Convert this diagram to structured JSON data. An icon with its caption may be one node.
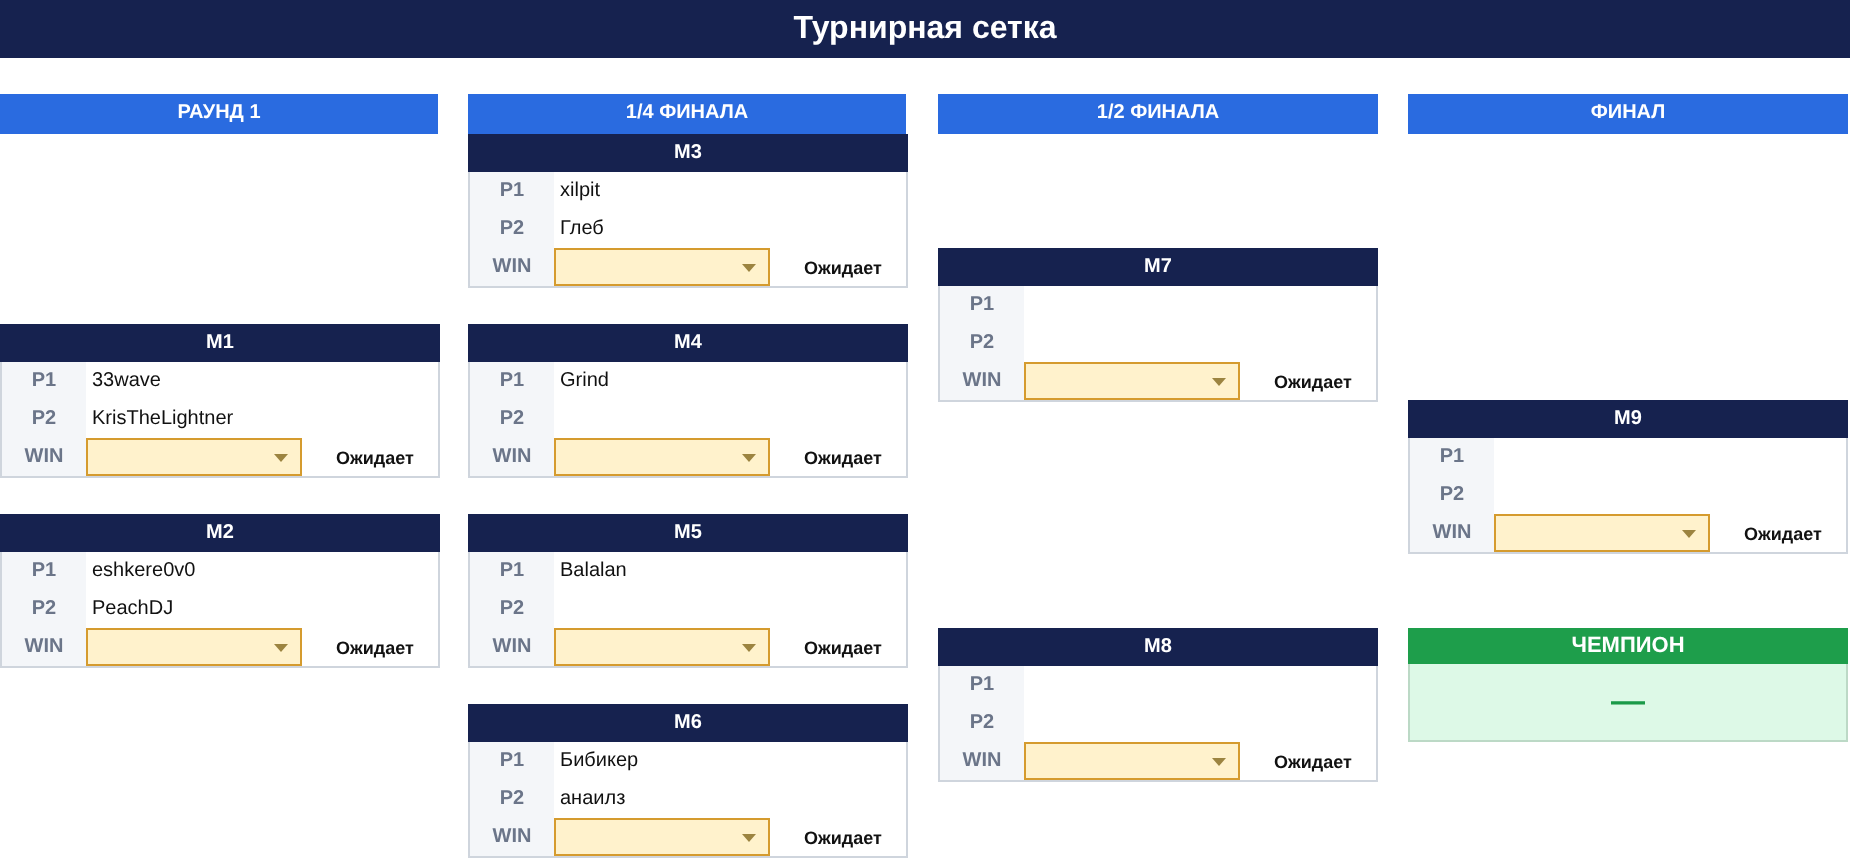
{
  "diagram": {
    "title": "Турнирная сетка",
    "nodes": [
      {
        "text": [
          "РАУНД 1"
        ]
      },
      {
        "text": [
          "1/4 ФИНАЛА"
        ]
      },
      {
        "text": [
          "1/2 ФИНАЛА"
        ]
      },
      {
        "text": [
          "ФИНАЛ"
        ]
      },
      {
        "text": [
          "M1",
          "P1",
          "33wave",
          "P2",
          "KrisTheLightner",
          "WIN",
          "Ожидает"
        ]
      },
      {
        "text": [
          "M2",
          "P1",
          "eshkere0v0",
          "P2",
          "PeachDJ",
          "WIN",
          "Ожидает"
        ]
      },
      {
        "text": [
          "M3",
          "P1",
          "xilpit",
          "P2",
          "Глеб",
          "WIN",
          "Ожидает"
        ]
      },
      {
        "text": [
          "M4",
          "P1",
          "Grind",
          "P2",
          "WIN",
          "Ожидает"
        ]
      },
      {
        "text": [
          "M5",
          "P1",
          "Balalan",
          "P2",
          "WIN",
          "Ожидает"
        ]
      },
      {
        "text": [
          "M6",
          "P1",
          "Бибикер",
          "P2",
          "анаилз",
          "WIN",
          "Ожидает"
        ]
      },
      {
        "text": [
          "M7",
          "P1",
          "P2",
          "WIN",
          "Ожидает"
        ]
      },
      {
        "text": [
          "M8",
          "P1",
          "P2",
          "WIN",
          "Ожидает"
        ]
      },
      {
        "text": [
          "M9",
          "P1",
          "P2",
          "WIN",
          "Ожидает"
        ]
      },
      {
        "text": [
          "ЧЕМПИОН",
          "—"
        ]
      }
    ]
  }
}
